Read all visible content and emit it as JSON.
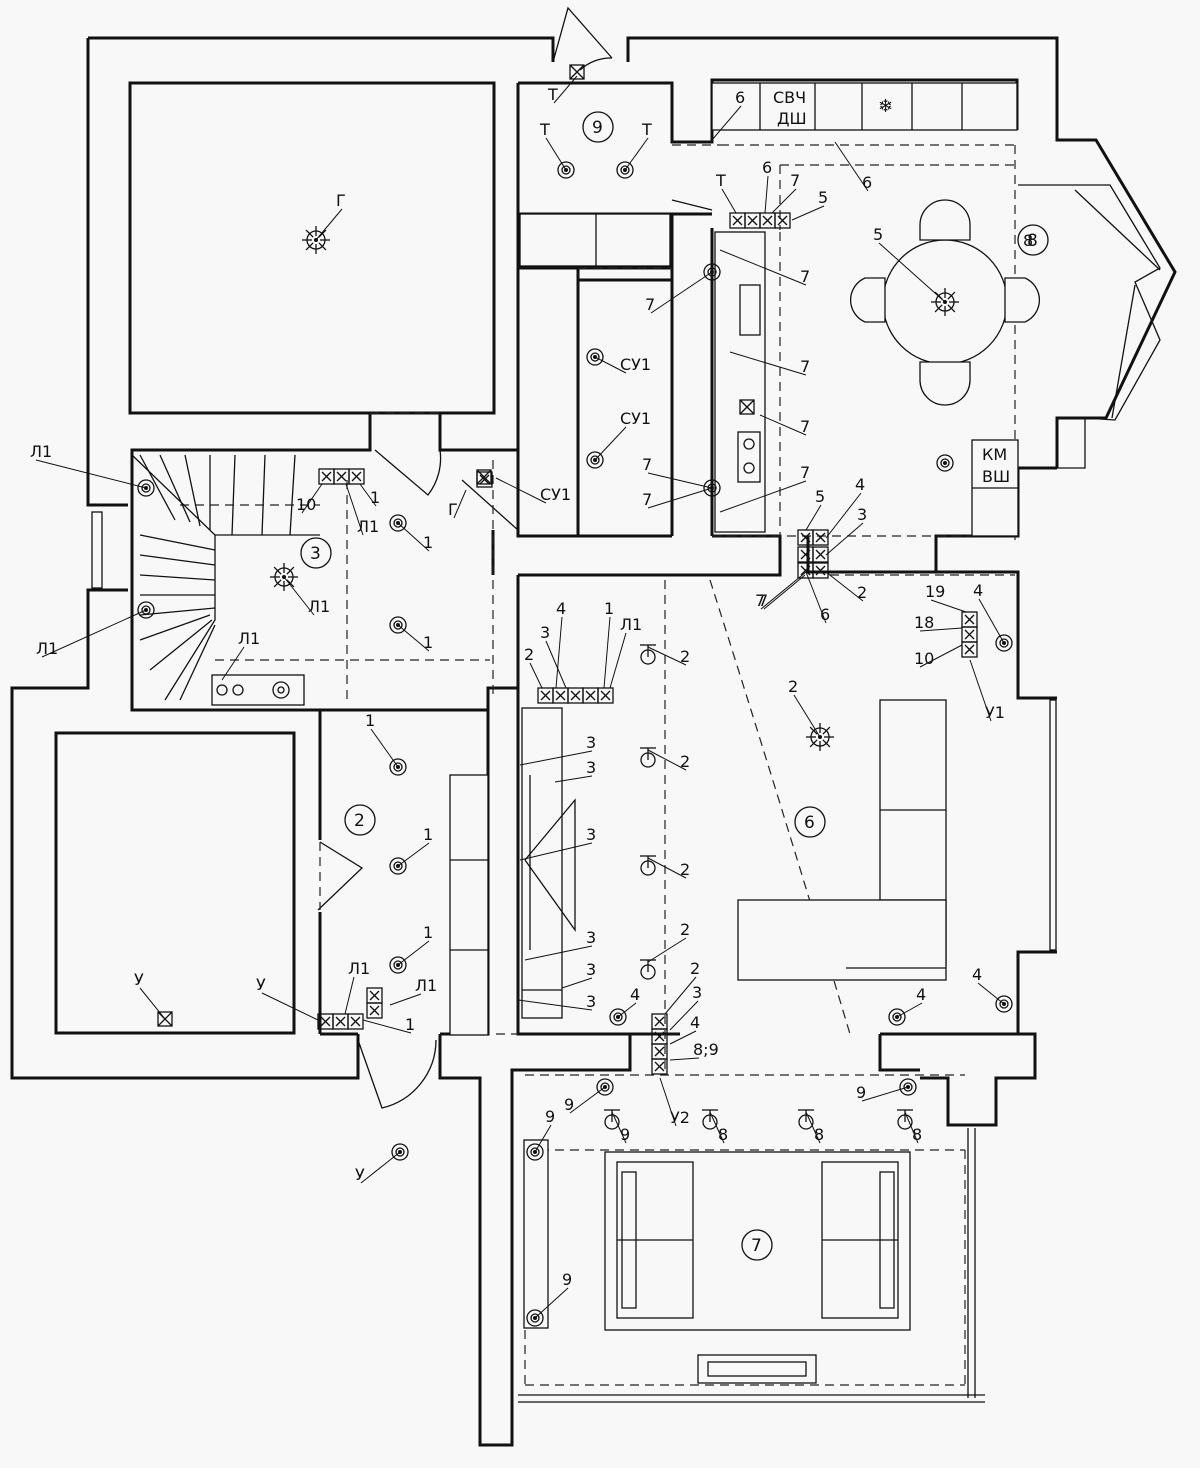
{
  "rooms": [
    {
      "num": "9"
    },
    {
      "num": "8"
    },
    {
      "num": "3"
    },
    {
      "num": "2"
    },
    {
      "num": "6"
    },
    {
      "num": "7"
    }
  ],
  "appliances": {
    "microwave": "СВЧ",
    "dishwasher": "ДШ",
    "fridge_symbol": "❄",
    "washer_top": "КМ",
    "washer_bottom": "ВШ"
  },
  "labels": [
    "Т",
    "Т",
    "Т",
    "Т",
    "6",
    "6",
    "6",
    "7",
    "5",
    "5",
    "7",
    "7",
    "7",
    "7",
    "7",
    "7",
    "7",
    "7",
    "8",
    "Г",
    "СУ1",
    "СУ1",
    "СУ1",
    "Г",
    "Л1",
    "Л1",
    "Л1",
    "Л1",
    "Л1",
    "10",
    "1",
    "1",
    "1",
    "5",
    "4",
    "3",
    "2",
    "6",
    "7",
    "4",
    "3",
    "1",
    "Л1",
    "2",
    "2",
    "2",
    "2",
    "2",
    "2",
    "3",
    "3",
    "3",
    "3",
    "3",
    "3",
    "19",
    "18",
    "10",
    "4",
    "У1",
    "1",
    "1",
    "1",
    "У",
    "У",
    "Л1",
    "Л1",
    "1",
    "У",
    "4",
    "2",
    "3",
    "4",
    "8;9",
    "У2",
    "4",
    "4",
    "9",
    "9",
    "9",
    "9",
    "9",
    "8",
    "8",
    "8",
    "8"
  ]
}
